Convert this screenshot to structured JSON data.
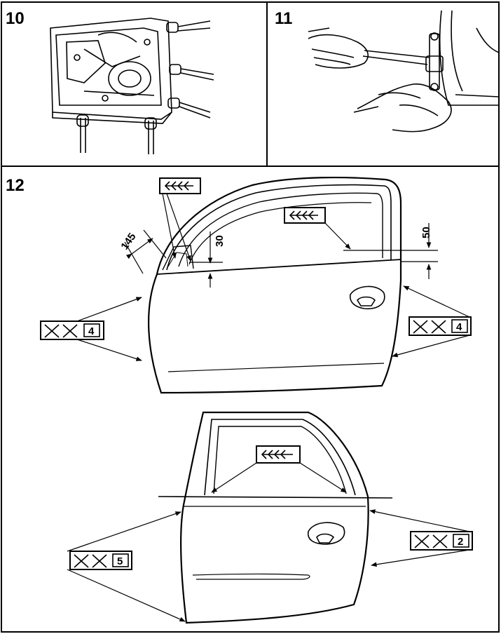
{
  "panels": [
    {
      "number": "10"
    },
    {
      "number": "11"
    },
    {
      "number": "12"
    }
  ],
  "dimensions": {
    "front_left": "145",
    "front_mid": "30",
    "front_right": "50"
  },
  "labels": {
    "front_left_symbol": "4",
    "front_right_symbol": "4",
    "rear_left_symbol": "5",
    "rear_right_symbol": "2"
  },
  "icons": [
    "tape-arrows-icon",
    "cross-marks-icon"
  ],
  "colors": {
    "line": "#000000",
    "background": "#ffffff"
  }
}
